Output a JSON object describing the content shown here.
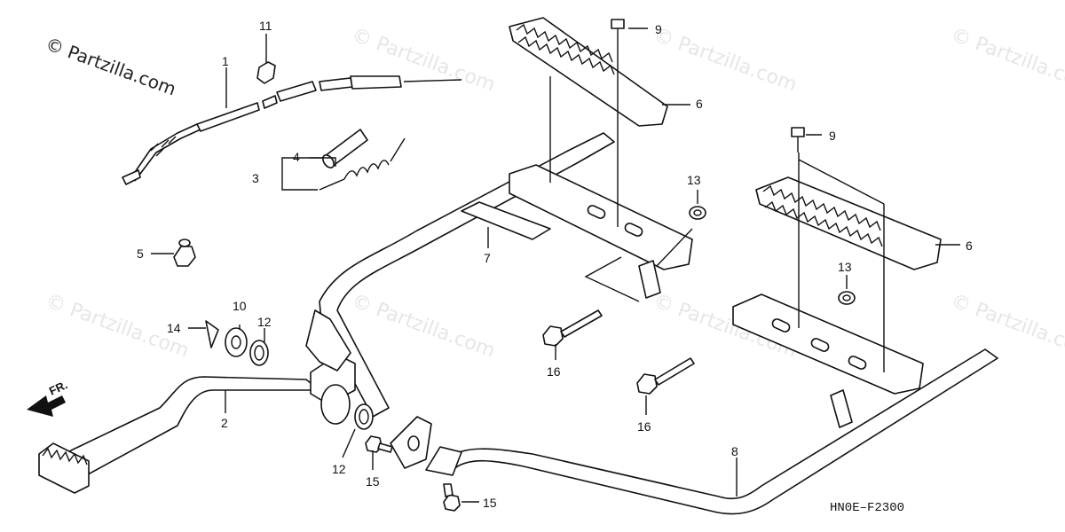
{
  "watermark": "© Partzilla.com",
  "direction_label": "FR.",
  "diagram_code": "HN0E–F2300",
  "callouts": {
    "c1": "1",
    "c2": "2",
    "c3": "3",
    "c4": "4",
    "c5": "5",
    "c6a": "6",
    "c6b": "6",
    "c7": "7",
    "c8": "8",
    "c9a": "9",
    "c9b": "9",
    "c10": "10",
    "c11": "11",
    "c12a": "12",
    "c12b": "12",
    "c13a": "13",
    "c13b": "13",
    "c14": "14",
    "c15a": "15",
    "c15b": "15",
    "c16a": "16",
    "c16b": "16"
  }
}
